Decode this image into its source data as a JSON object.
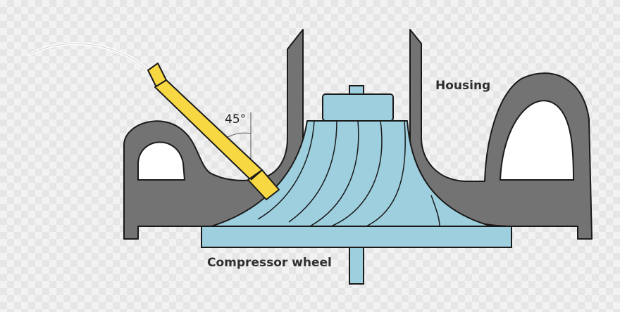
{
  "labels": {
    "housing": "Housing",
    "compressor_wheel": "Compressor wheel",
    "angle": "45°"
  },
  "colors": {
    "housing": "#737373",
    "wheel": "#9ecfdf",
    "probe": "#f7d842",
    "outline": "#1a1a1a"
  }
}
